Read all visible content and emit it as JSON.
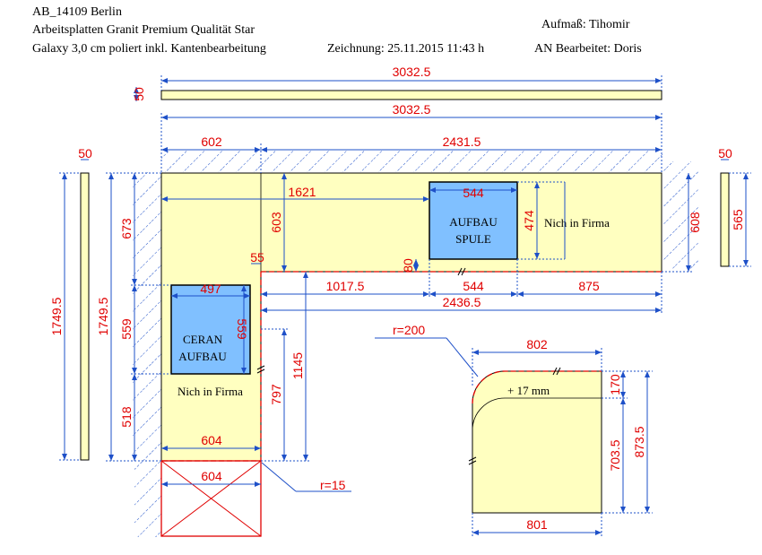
{
  "header": {
    "line1": "AB_14109 Berlin",
    "line2": "Arbeitsplatten Granit Premium Qualität Star",
    "line3": "Galaxy 3,0 cm poliert inkl. Kantenbearbeitung",
    "drawing": "Zeichnung: 25.11.2015 11:43 h",
    "measure": "Aufmaß: Tihomir",
    "editor": "AN Bearbeitet: Doris"
  },
  "dimensions": {
    "top_strip_height": "50",
    "top_strip_length": "3032.5",
    "overall_length": "3032.5",
    "left_width": "602",
    "right_width": "2431.5",
    "left_strip_width": "50",
    "left_strip_height": "1749.5",
    "left_total_height": "1749.5",
    "right_strip_width": "50",
    "right_strip_height": "565",
    "top_depth_left": "673",
    "top_depth_right": "608",
    "inner_depth": "603",
    "sink_offset": "1621",
    "sink_width": "544",
    "sink_depth": "474",
    "sink_front": "80",
    "step": "55",
    "bottom_seg1": "1017.5",
    "bottom_seg2": "544",
    "bottom_seg3": "875",
    "bottom_total": "2436.5",
    "hob_width": "497",
    "hob_depth": "559",
    "left_seg_559": "559",
    "left_seg_518": "518",
    "leg_1145": "1145",
    "leg_797": "797",
    "leg_width": "604",
    "extra_width": "604",
    "radius_small": "r=15",
    "radius_large": "r=200",
    "piece_top": "802",
    "piece_bottom": "801",
    "piece_170": "170",
    "piece_703": "703.5",
    "piece_873": "873.5"
  },
  "labels": {
    "sink": [
      "AUFBAU",
      "SPULE"
    ],
    "hob": [
      "CERAN",
      "AUFBAU"
    ],
    "nich_right": "Nich in Firma",
    "nich_left": "Nich in Firma",
    "extra": "+ 17 mm"
  },
  "colors": {
    "stone": "#ffffc0",
    "cutout": "#80c0ff",
    "dim_line": "#1e50c8",
    "dim_text": "#e00000",
    "outline": "#000000",
    "edge_mark": "#e00000",
    "hatch": "#1e50c8"
  }
}
